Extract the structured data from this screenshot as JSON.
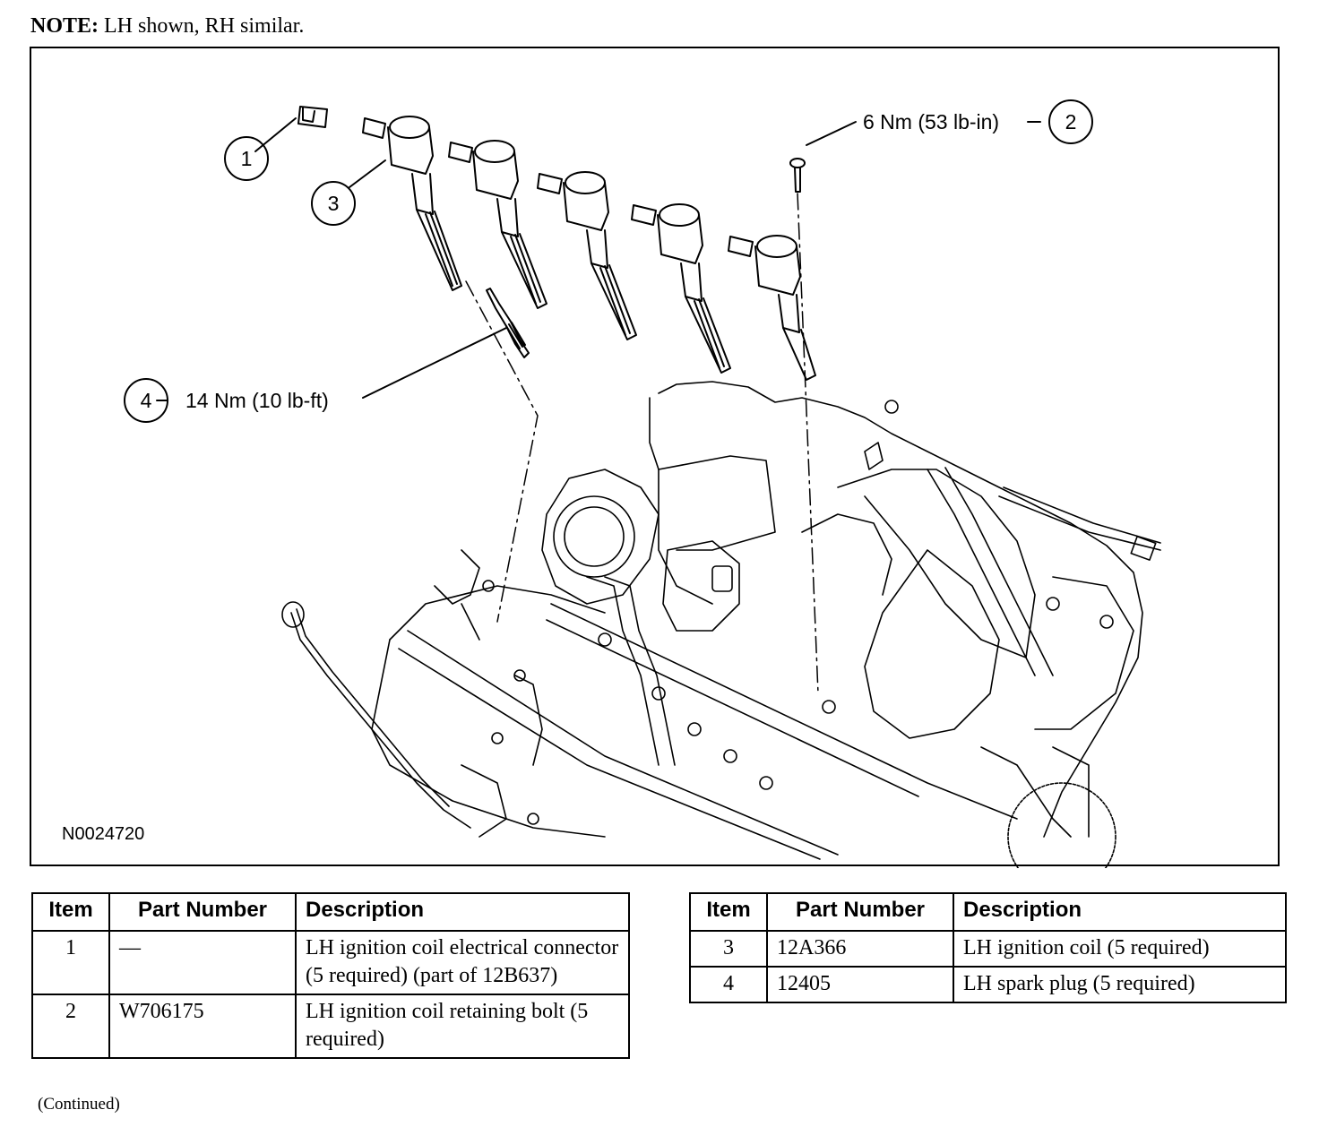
{
  "note": {
    "label": "NOTE:",
    "text": " LH shown, RH similar."
  },
  "figure": {
    "id": "N0024720",
    "callouts": [
      {
        "number": "1",
        "text": ""
      },
      {
        "number": "2",
        "text": "6 Nm (53 lb-in)"
      },
      {
        "number": "3",
        "text": ""
      },
      {
        "number": "4",
        "text": "14 Nm (10 lb-ft)"
      }
    ]
  },
  "tables": {
    "headers": [
      "Item",
      "Part Number",
      "Description"
    ],
    "left": [
      {
        "item": "1",
        "part": "—",
        "desc": "LH ignition coil electrical connector (5 required) (part of 12B637)"
      },
      {
        "item": "2",
        "part": "W706175",
        "desc": "LH ignition coil retaining bolt (5 required)"
      }
    ],
    "right": [
      {
        "item": "3",
        "part": "12A366",
        "desc": "LH ignition coil (5 required)"
      },
      {
        "item": "4",
        "part": "12405",
        "desc": "LH spark plug (5 required)"
      }
    ]
  },
  "footer": {
    "continued": "(Continued)"
  }
}
